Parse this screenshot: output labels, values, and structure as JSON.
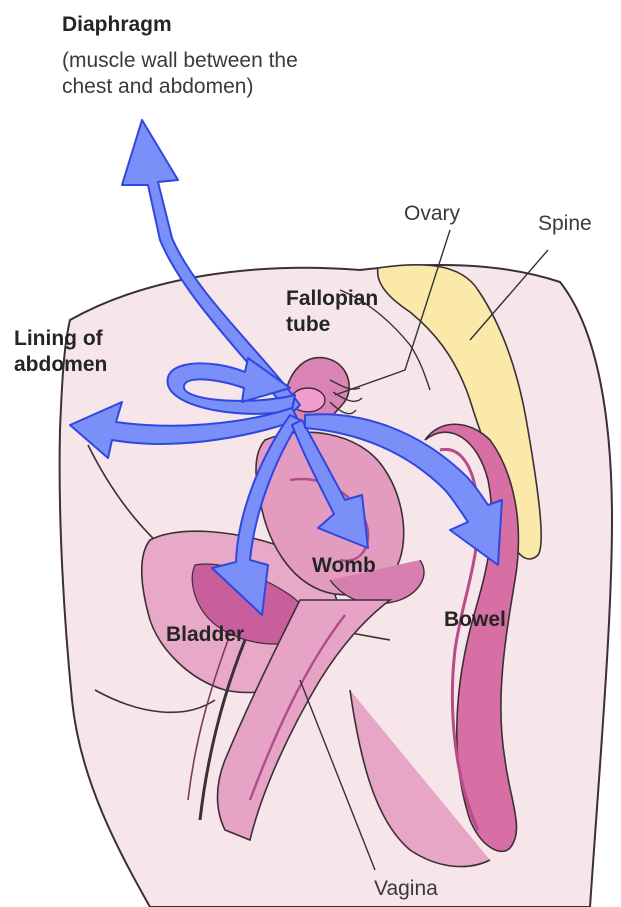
{
  "diaphragm": {
    "title": "Diaphragm",
    "note_line1": "(muscle wall between the",
    "note_line2": "chest and abdomen)"
  },
  "labels": {
    "ovary": "Ovary",
    "spine": "Spine",
    "fallopian_line1": "Fallopian",
    "fallopian_line2": "tube",
    "lining_line1": "Lining of",
    "lining_line2": "abdomen",
    "womb": "Womb",
    "bladder": "Bladder",
    "bowel": "Bowel",
    "vagina": "Vagina"
  },
  "colors": {
    "arrow_fill": "#7a8ff7",
    "arrow_stroke": "#2f47e0",
    "skin": "#f6e6ea",
    "organ": "#dc8db6",
    "organ_dark": "#c55a98",
    "spine": "#fbe9a9",
    "outline": "#3c2f36"
  }
}
